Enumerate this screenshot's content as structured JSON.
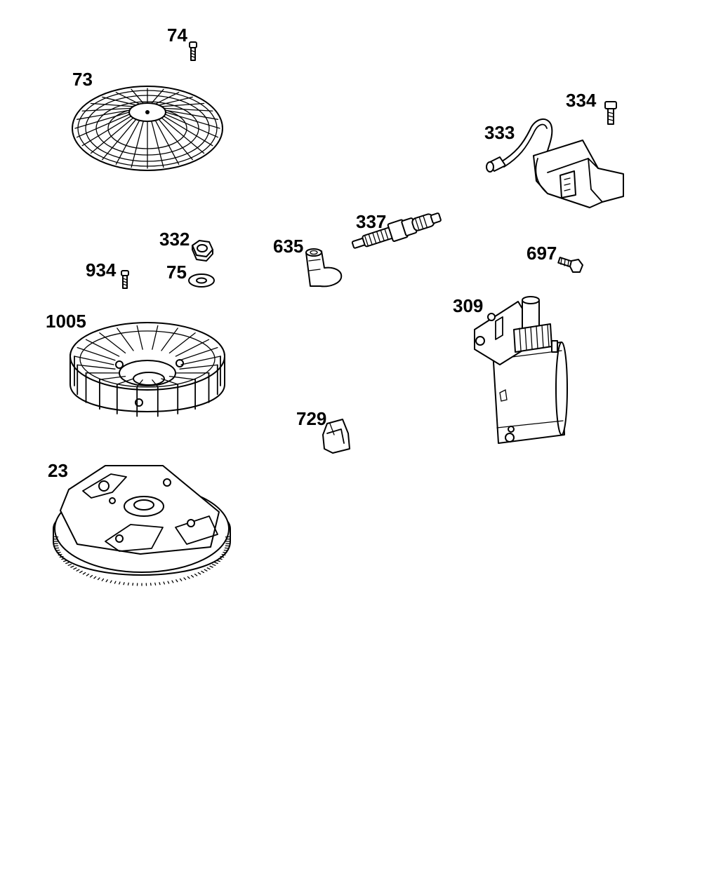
{
  "parts": [
    {
      "key": "p74",
      "label": "74",
      "icon": "bolt-icon"
    },
    {
      "key": "p73",
      "label": "73",
      "icon": "fan-screen-icon"
    },
    {
      "key": "p334",
      "label": "334",
      "icon": "screw-icon"
    },
    {
      "key": "p333",
      "label": "333",
      "icon": "ignition-coil-icon"
    },
    {
      "key": "p337",
      "label": "337",
      "icon": "spark-plug-icon"
    },
    {
      "key": "p635",
      "label": "635",
      "icon": "spark-plug-boot-icon"
    },
    {
      "key": "p332",
      "label": "332",
      "icon": "nut-icon"
    },
    {
      "key": "p934",
      "label": "934",
      "icon": "screw-icon"
    },
    {
      "key": "p75",
      "label": "75",
      "icon": "washer-icon"
    },
    {
      "key": "p697",
      "label": "697",
      "icon": "bolt-icon"
    },
    {
      "key": "p309",
      "label": "309",
      "icon": "starter-motor-icon"
    },
    {
      "key": "p1005",
      "label": "1005",
      "icon": "fan-icon"
    },
    {
      "key": "p729",
      "label": "729",
      "icon": "clip-icon"
    },
    {
      "key": "p23",
      "label": "23",
      "icon": "flywheel-icon"
    }
  ]
}
